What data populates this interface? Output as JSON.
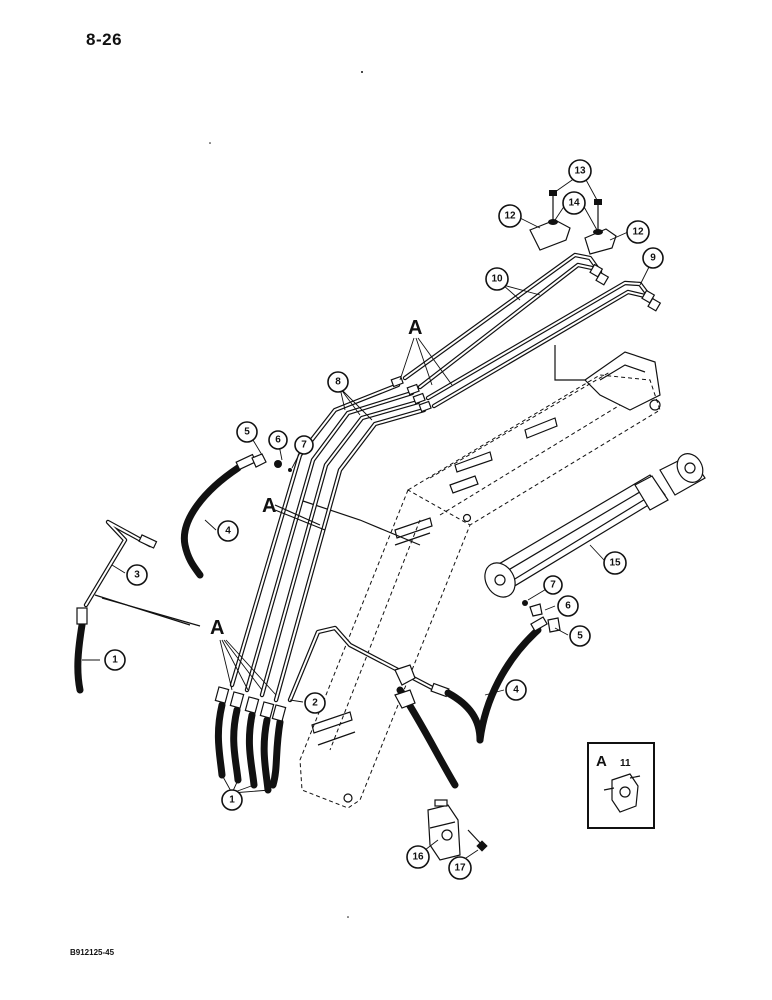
{
  "page_number": "8-26",
  "figure_code": "B912125-45",
  "section_label": "A",
  "callouts": [
    {
      "id": "c1a",
      "label": "1"
    },
    {
      "id": "c1b",
      "label": "1"
    },
    {
      "id": "c2",
      "label": "2"
    },
    {
      "id": "c3",
      "label": "3"
    },
    {
      "id": "c4a",
      "label": "4"
    },
    {
      "id": "c4b",
      "label": "4"
    },
    {
      "id": "c5a",
      "label": "5"
    },
    {
      "id": "c5b",
      "label": "5"
    },
    {
      "id": "c6a",
      "label": "6"
    },
    {
      "id": "c6b",
      "label": "6"
    },
    {
      "id": "c7a",
      "label": "7"
    },
    {
      "id": "c7b",
      "label": "7"
    },
    {
      "id": "c8",
      "label": "8"
    },
    {
      "id": "c9",
      "label": "9"
    },
    {
      "id": "c10",
      "label": "10"
    },
    {
      "id": "c12a",
      "label": "12"
    },
    {
      "id": "c12b",
      "label": "12"
    },
    {
      "id": "c13",
      "label": "13"
    },
    {
      "id": "c14",
      "label": "14"
    },
    {
      "id": "c15",
      "label": "15"
    },
    {
      "id": "c16",
      "label": "16"
    },
    {
      "id": "c17",
      "label": "17"
    }
  ],
  "detail_box": {
    "letter": "A",
    "number": "11"
  }
}
